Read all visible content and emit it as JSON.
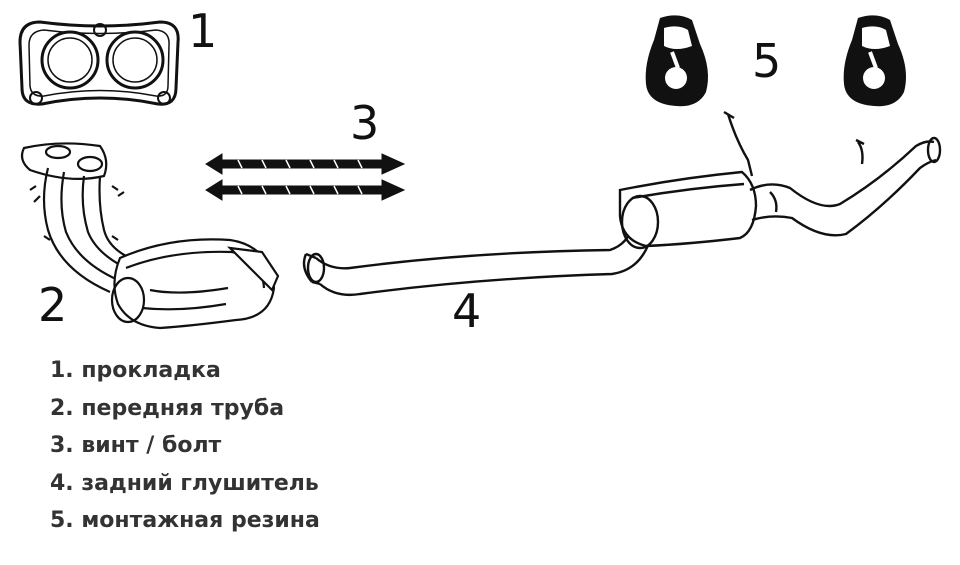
{
  "callouts": {
    "gasket": "1",
    "front_pipe": "2",
    "bolts": "3",
    "rear_muffler": "4",
    "rubber_mounts": "5"
  },
  "legend": [
    "1. прокладка",
    "2. передняя труба",
    "3. винт / болт",
    "4. задний глушитель",
    "5. монтажная резина"
  ]
}
